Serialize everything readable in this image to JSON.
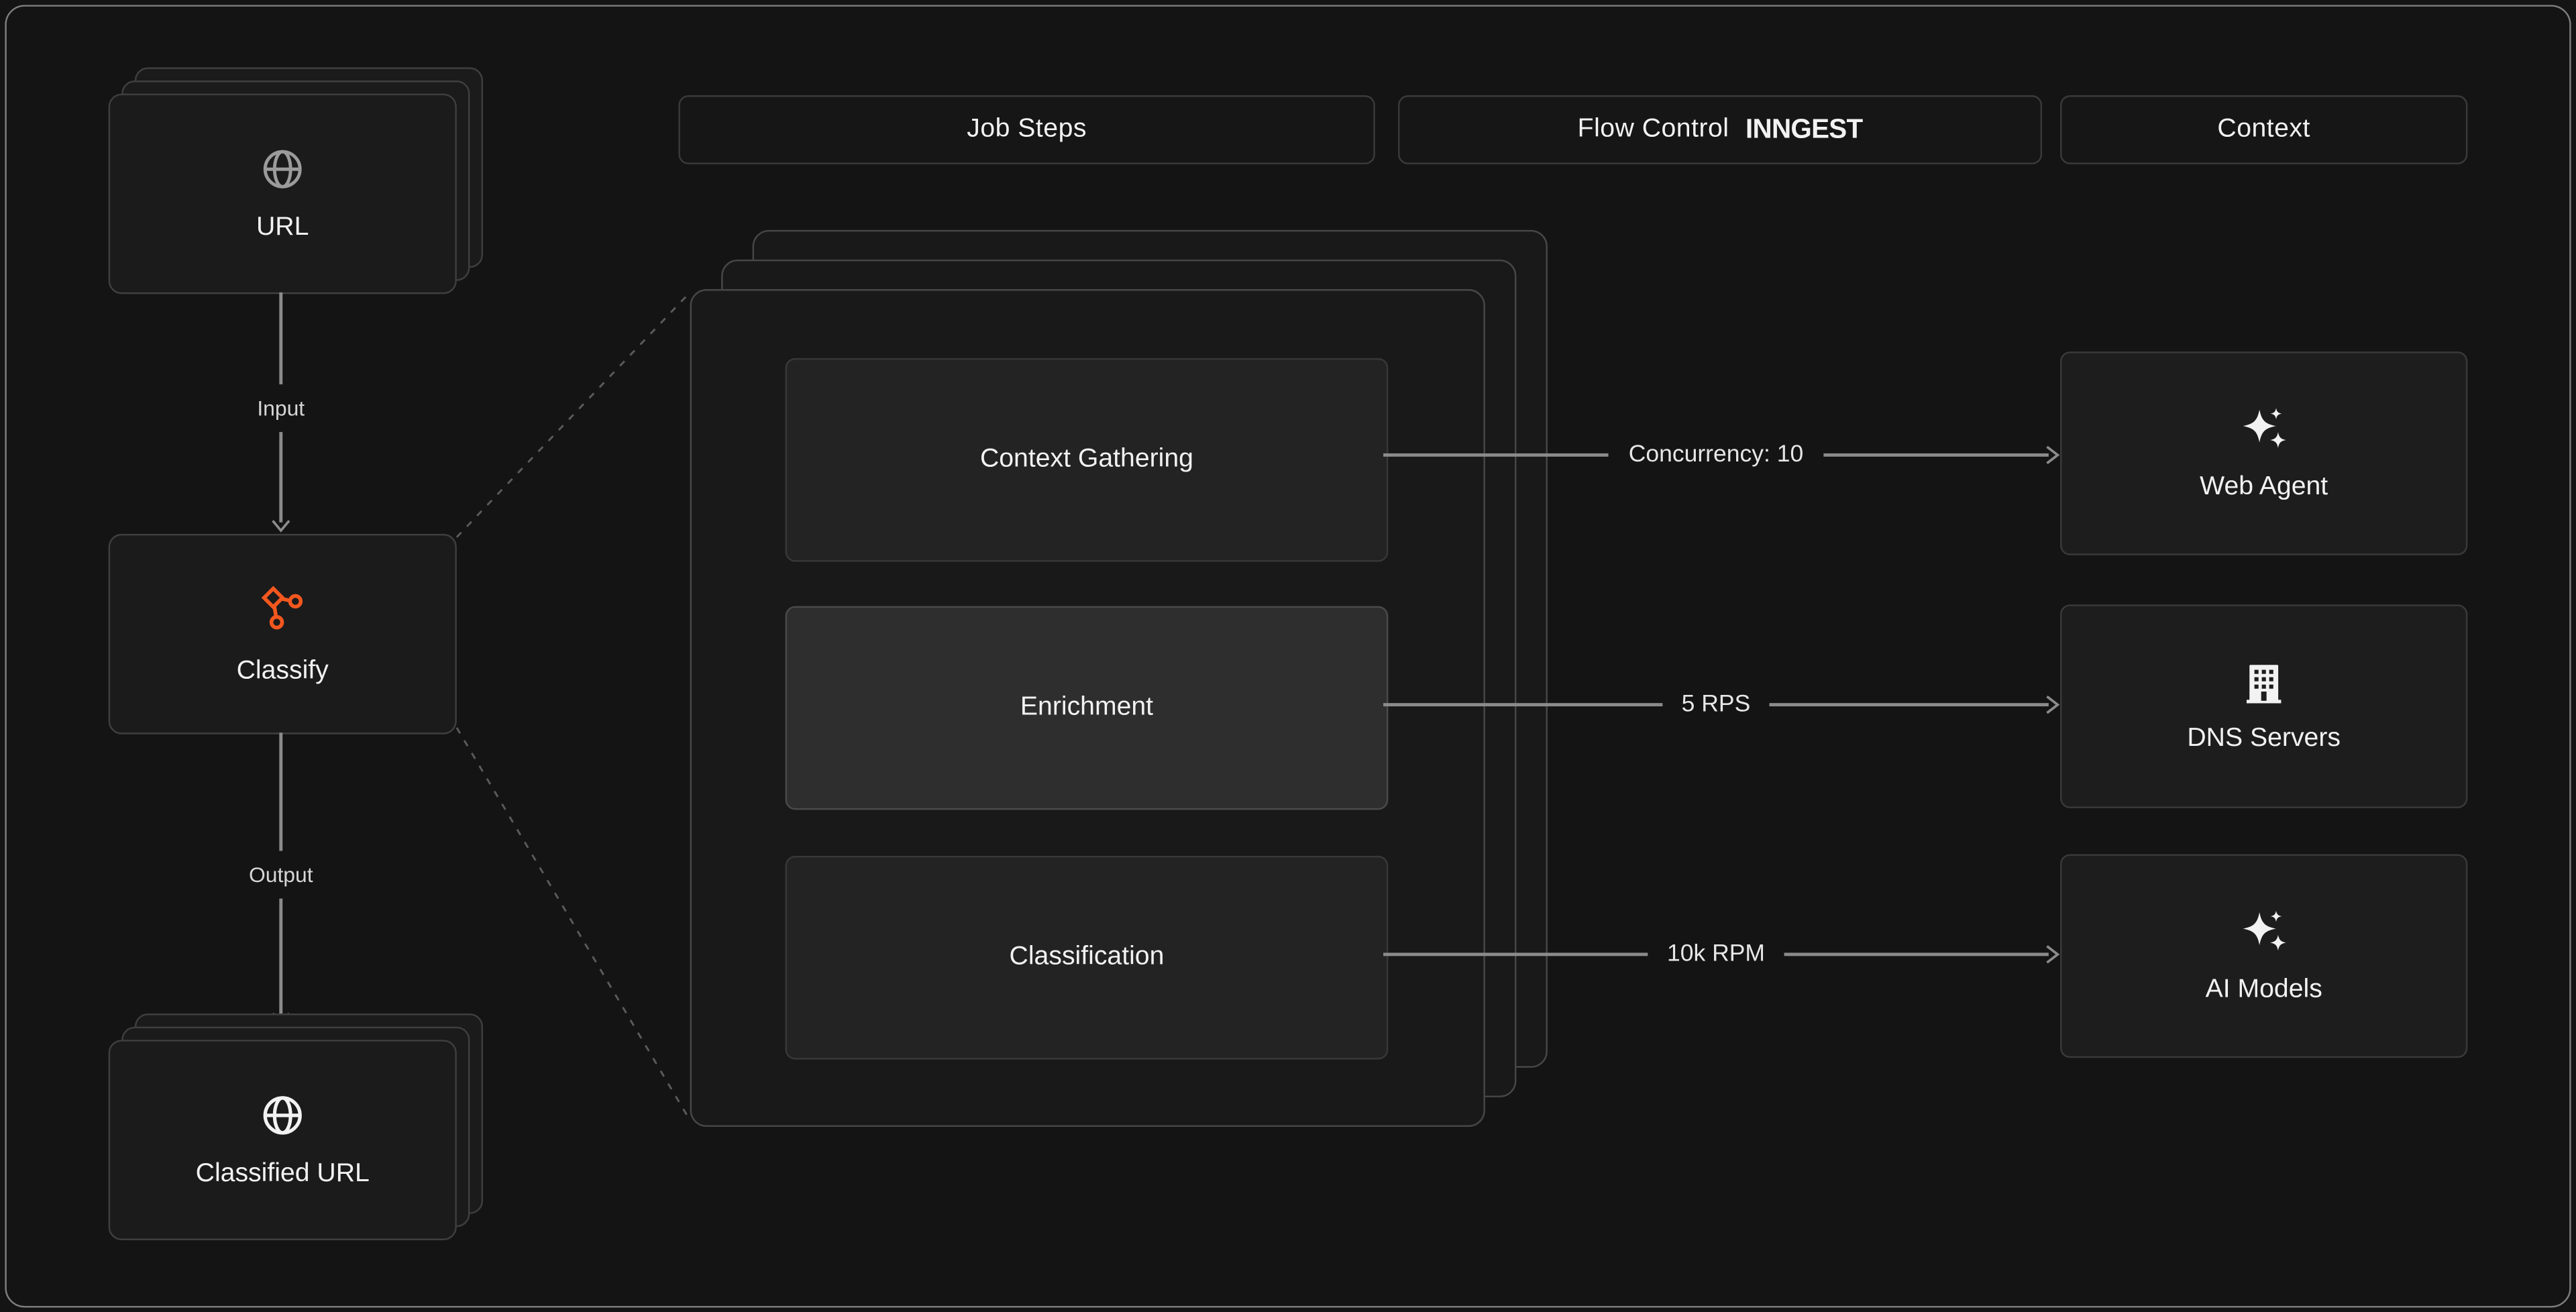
{
  "colors": {
    "background": "#141414",
    "card": "#1b1b1b",
    "accent_orange": "#f4571e",
    "arrow_gray": "#8b8b8b"
  },
  "headers": {
    "job_steps": "Job Steps",
    "flow_control": "Flow Control",
    "flow_control_brand": "INNGEST",
    "context": "Context"
  },
  "left_flow": {
    "source_label": "URL",
    "input_arrow_label": "Input",
    "processor_label": "Classify",
    "output_arrow_label": "Output",
    "result_label": "Classified URL"
  },
  "steps": [
    {
      "label": "Context Gathering",
      "flow_control_label": "Concurrency: 10",
      "context_target": {
        "label": "Web Agent",
        "icon": "sparkles-icon"
      }
    },
    {
      "label": "Enrichment",
      "flow_control_label": "5 RPS",
      "context_target": {
        "label": "DNS Servers",
        "icon": "building-icon"
      }
    },
    {
      "label": "Classification",
      "flow_control_label": "10k RPM",
      "context_target": {
        "label": "AI Models",
        "icon": "sparkles-icon"
      }
    }
  ]
}
